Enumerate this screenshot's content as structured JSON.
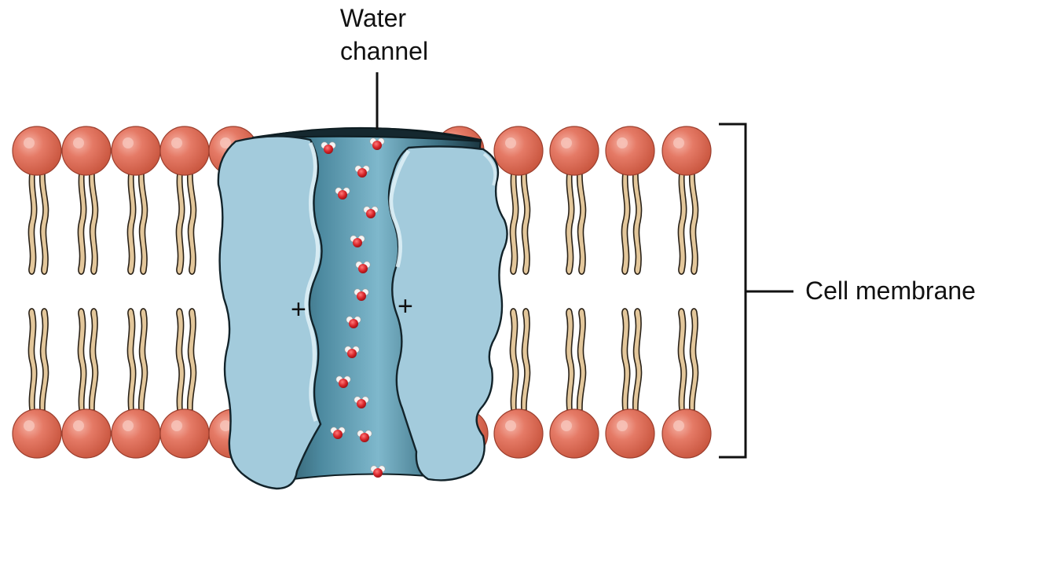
{
  "labels": {
    "channel_line1": "Water",
    "channel_line2": "channel",
    "membrane": "Cell membrane",
    "charge_left": "+",
    "charge_right": "+"
  },
  "colors": {
    "phospholipid_head": "#e2735f",
    "phospholipid_head_highlight": "#f3a597",
    "lipid_tail": "#e3c79b",
    "lipid_tail_outline": "#2a2218",
    "protein_fill": "#a3cbdc",
    "protein_highlight": "#d8ecf4",
    "channel_pore": "#3e6f80",
    "water_oxygen": "#d9262b",
    "water_hydrogen": "#f2f2f2",
    "leader_line": "#111111"
  },
  "icons": {
    "phospholipid": "phospholipid-icon",
    "water_molecule": "water-molecule-icon",
    "channel_protein": "aquaporin-protein-icon"
  }
}
